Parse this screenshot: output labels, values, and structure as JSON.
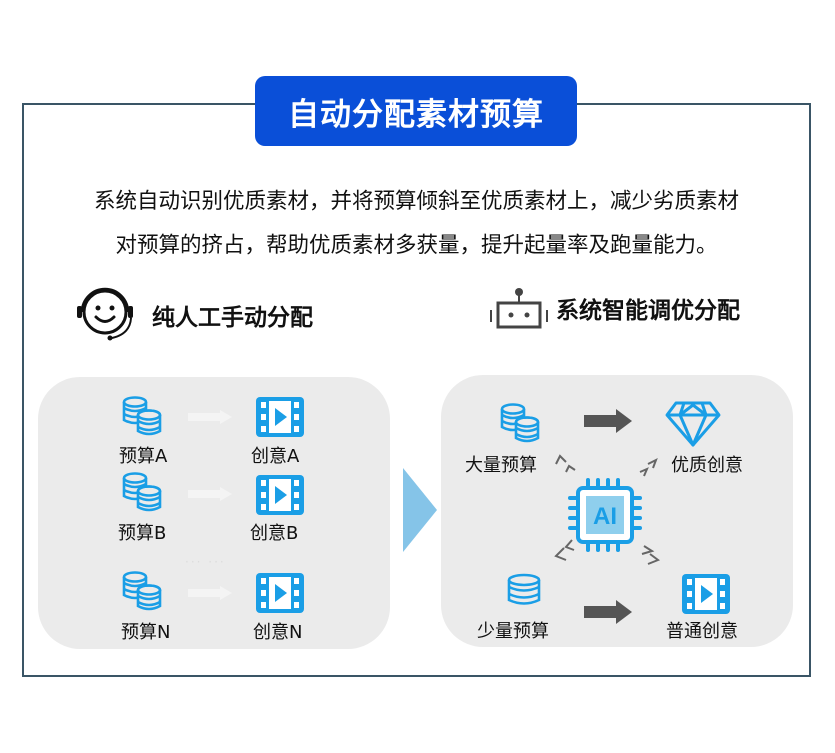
{
  "title": "自动分配素材预算",
  "description": {
    "line1": "系统自动识别优质素材，并将预算倾斜至优质素材上，减少劣质素材",
    "line2": "对预算的挤占，帮助优质素材多获量，提升起量率及跑量能力。"
  },
  "left_section": {
    "heading": "纯人工手动分配",
    "icon": "headset-smiley-icon",
    "rows": [
      {
        "budget": "预算A",
        "creative": "创意A"
      },
      {
        "budget": "预算B",
        "creative": "创意B"
      },
      {
        "budget": "预算N",
        "creative": "创意N"
      }
    ],
    "ellipsis": "··· ···"
  },
  "right_section": {
    "heading": "系统智能调优分配",
    "icon": "robot-icon",
    "chip_label": "AI",
    "large_budget": "大量预算",
    "small_budget": "少量预算",
    "quality_creative": "优质创意",
    "normal_creative": "普通创意"
  },
  "colors": {
    "accent_blue": "#0a4fd8",
    "icon_blue": "#1a9ee6",
    "panel_bg": "#ebebeb",
    "frame_border": "#3a5566",
    "transition_arrow": "#85c4e8",
    "dark_arrow": "#555555"
  }
}
